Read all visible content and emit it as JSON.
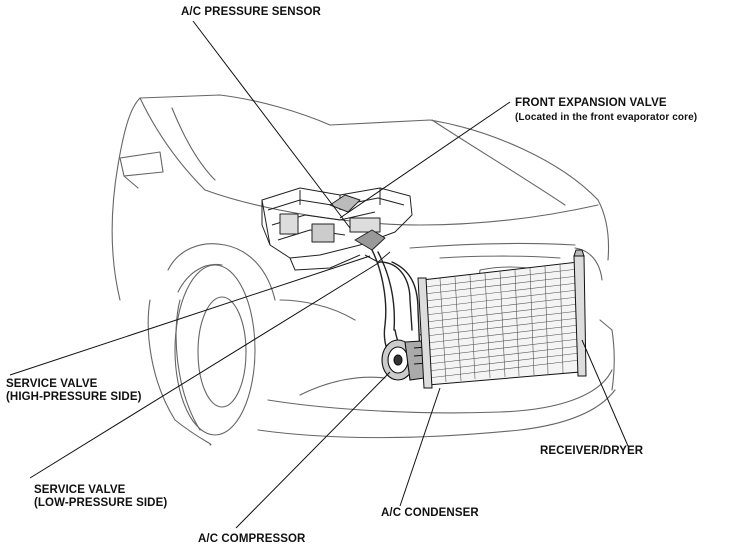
{
  "labels": {
    "pressure_sensor": "A/C PRESSURE SENSOR",
    "expansion_valve": "FRONT EXPANSION VALVE",
    "expansion_valve_note": "(Located in the front evaporator core)",
    "service_valve_high_1": "SERVICE VALVE",
    "service_valve_high_2": "(HIGH-PRESSURE SIDE)",
    "service_valve_low_1": "SERVICE VALVE",
    "service_valve_low_2": "(LOW-PRESSURE SIDE)",
    "receiver_dryer": "RECEIVER/DRYER",
    "condenser": "A/C CONDENSER",
    "compressor": "A/C COMPRESSOR"
  },
  "colors": {
    "line": "#222222",
    "outline": "#555555",
    "background": "#ffffff"
  }
}
